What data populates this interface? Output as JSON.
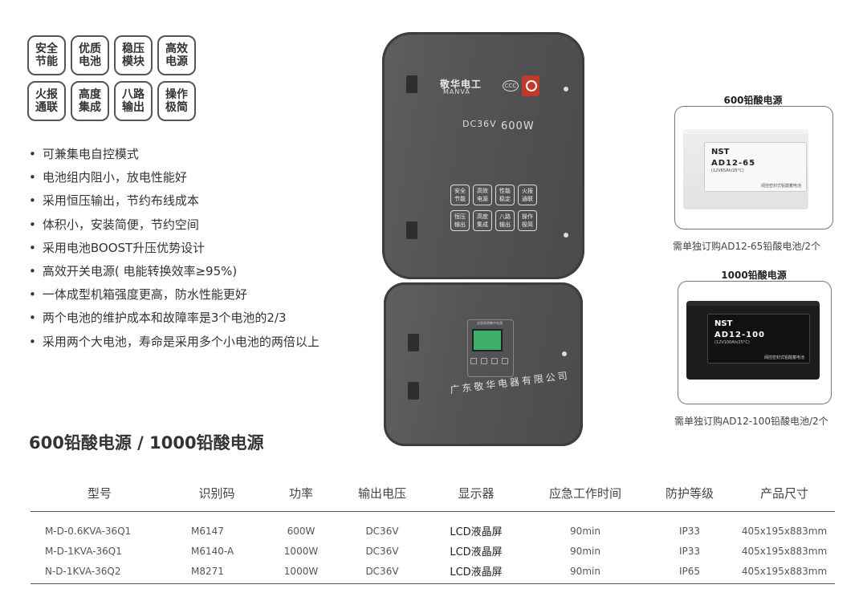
{
  "features": [
    [
      "安全\n节能",
      "优质\n电池",
      "稳压\n模块",
      "高效\n电源"
    ],
    [
      "火报\n通联",
      "高度\n集成",
      "八路\n输出",
      "操作\n极简"
    ]
  ],
  "bullets": [
    "可兼集电自控模式",
    "电池组内阻小，放电性能好",
    "采用恒压输出，节约布线成本",
    "体积小，安装简便，节约空间",
    "采用电池BOOST升压优势设计",
    "高效开关电源( 电能转换效率≥95%)",
    "一体成型机箱强度更高，防水性能更好",
    "两个电池的维护成本和故障率是3个电池的2/3",
    "采用两个大电池，寿命是采用多个小电池的两倍以上"
  ],
  "device": {
    "brand": "敬华电工",
    "brand_en": "MANVA",
    "cert": "CCC",
    "spec_voltage": "DC36V",
    "spec_power": "600W",
    "panel_buttons": [
      [
        "安全\n节能",
        "高效\n电源",
        "性能\n稳定",
        "火报\n通联"
      ],
      [
        "恒压\n输出",
        "高度\n集成",
        "八路\n输出",
        "操作\n极简"
      ]
    ],
    "lcd_title": "应急照明集中电源",
    "company": "广东敬华电器有限公司"
  },
  "batteries": [
    {
      "title": "600铅酸电源",
      "brand": "NST",
      "model": "AD12-65",
      "capacity": "(12V65Ah/25°C)",
      "label_note": "阀控密封式铅酸蓄电池",
      "caption": "需单独订购AD12-65铅酸电池/2个"
    },
    {
      "title": "1000铅酸电源",
      "brand": "NST",
      "model": "AD12-100",
      "capacity": "(12V100Ah/25°C)",
      "label_note": "阀控密封式铅酸蓄电池",
      "caption": "需单独订购AD12-100铅酸电池/2个"
    }
  ],
  "section_title": "600铅酸电源 / 1000铅酸电源",
  "table": {
    "headers": [
      "型号",
      "识别码",
      "功率",
      "输出电压",
      "显示器",
      "应急工作时间",
      "防护等级",
      "产品尺寸"
    ],
    "rows": [
      [
        "M-D-0.6KVA-36Q1",
        "M6147",
        "600W",
        "DC36V",
        "LCD液晶屏",
        "90min",
        "IP33",
        "405x195x883mm"
      ],
      [
        "M-D-1KVA-36Q1",
        "M6140-A",
        "1000W",
        "DC36V",
        "LCD液晶屏",
        "90min",
        "IP33",
        "405x195x883mm"
      ],
      [
        "N-D-1KVA-36Q2",
        "M8271",
        "1000W",
        "DC36V",
        "LCD液晶屏",
        "90min",
        "IP65",
        "405x195x883mm"
      ]
    ]
  }
}
